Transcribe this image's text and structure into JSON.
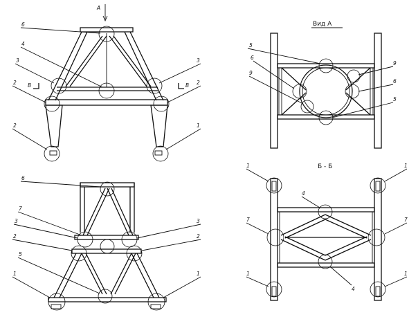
{
  "front_view": {
    "view_arrow_label": "A",
    "section_mark_label": "B",
    "callouts": [
      "6",
      "4",
      "3",
      "3",
      "2",
      "2",
      "2",
      "1"
    ]
  },
  "view_a": {
    "title": "Вид  А",
    "callouts": [
      "5",
      "6",
      "9",
      "9",
      "6",
      "5"
    ]
  },
  "lower_view": {
    "callouts": [
      "6",
      "7",
      "3",
      "3",
      "2",
      "2",
      "5",
      "1",
      "1"
    ]
  },
  "section_bb": {
    "title": "Б - Б",
    "callouts": [
      "1",
      "1",
      "4",
      "7",
      "7",
      "1",
      "1",
      "4"
    ]
  }
}
